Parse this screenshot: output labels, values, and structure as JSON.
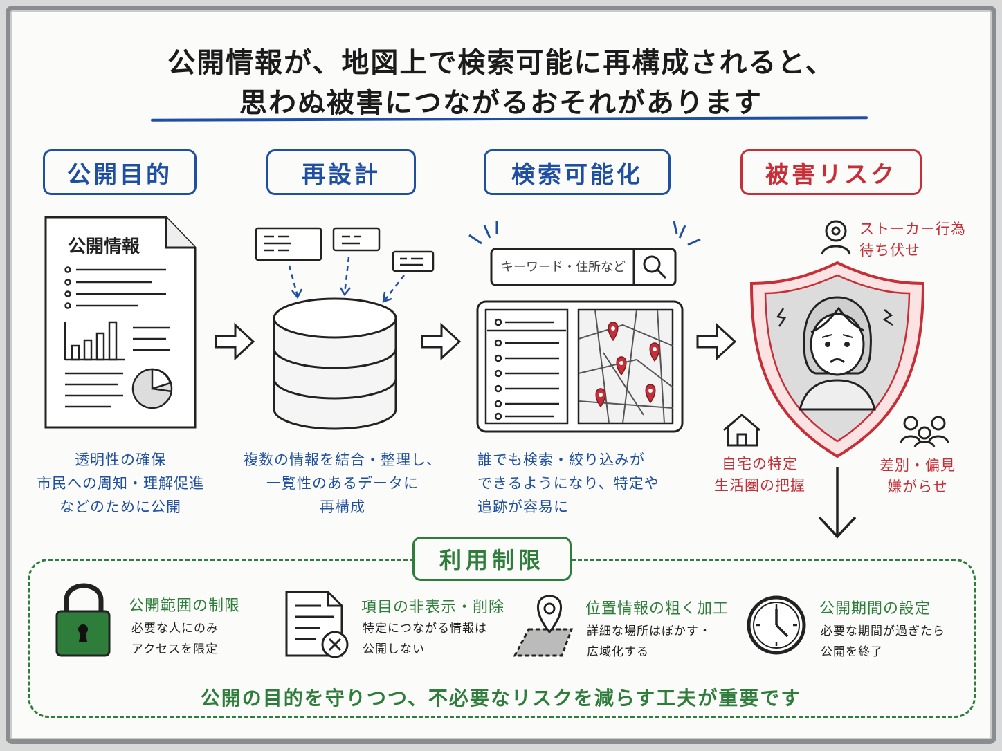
{
  "title": {
    "line1": "公開情報が、地図上で検索可能に再構成されると、",
    "line2": "思わぬ被害につながるおそれがあります"
  },
  "stages": [
    {
      "label": "公開目的",
      "description": [
        "透明性の確保",
        "市民への周知・理解促進",
        "などのために公開"
      ]
    },
    {
      "label": "再設計",
      "description": [
        "複数の情報を結合・整理し、",
        "一覧性のあるデータに",
        "再構成"
      ]
    },
    {
      "label": "検索可能化",
      "description": [
        "誰でも検索・絞り込みが",
        "できるようになり、特定や",
        "追跡が容易に"
      ]
    },
    {
      "label": "被害リスク"
    }
  ],
  "document": {
    "title": "公開情報"
  },
  "search": {
    "placeholder": "キーワード・住所など"
  },
  "risks": {
    "stalking": [
      "ストーカー行為",
      "待ち伏せ"
    ],
    "home": [
      "自宅の特定",
      "生活圏の把握"
    ],
    "discrimination": [
      "差別・偏見",
      "嫌がらせ"
    ]
  },
  "controls": {
    "title": "利用制限",
    "items": [
      {
        "title": "公開範囲の制限",
        "description": [
          "必要な人にのみ",
          "アクセスを限定"
        ],
        "icon": "lock-icon"
      },
      {
        "title": "項目の非表示・削除",
        "description": [
          "特定につながる情報は",
          "公開しない"
        ],
        "icon": "document-remove-icon"
      },
      {
        "title": "位置情報の粗く加工",
        "description": [
          "詳細な場所はぼかす・",
          "広域化する"
        ],
        "icon": "map-pin-icon"
      },
      {
        "title": "公開期間の設定",
        "description": [
          "必要な期間が過ぎたら",
          "公開を終了"
        ],
        "icon": "clock-icon"
      }
    ],
    "footer": "公開の目的を守りつつ、不必要なリスクを減らす工夫が重要です"
  },
  "colors": {
    "blue": "#1f4fa0",
    "red": "#c62f37",
    "green": "#2f7d3a"
  }
}
